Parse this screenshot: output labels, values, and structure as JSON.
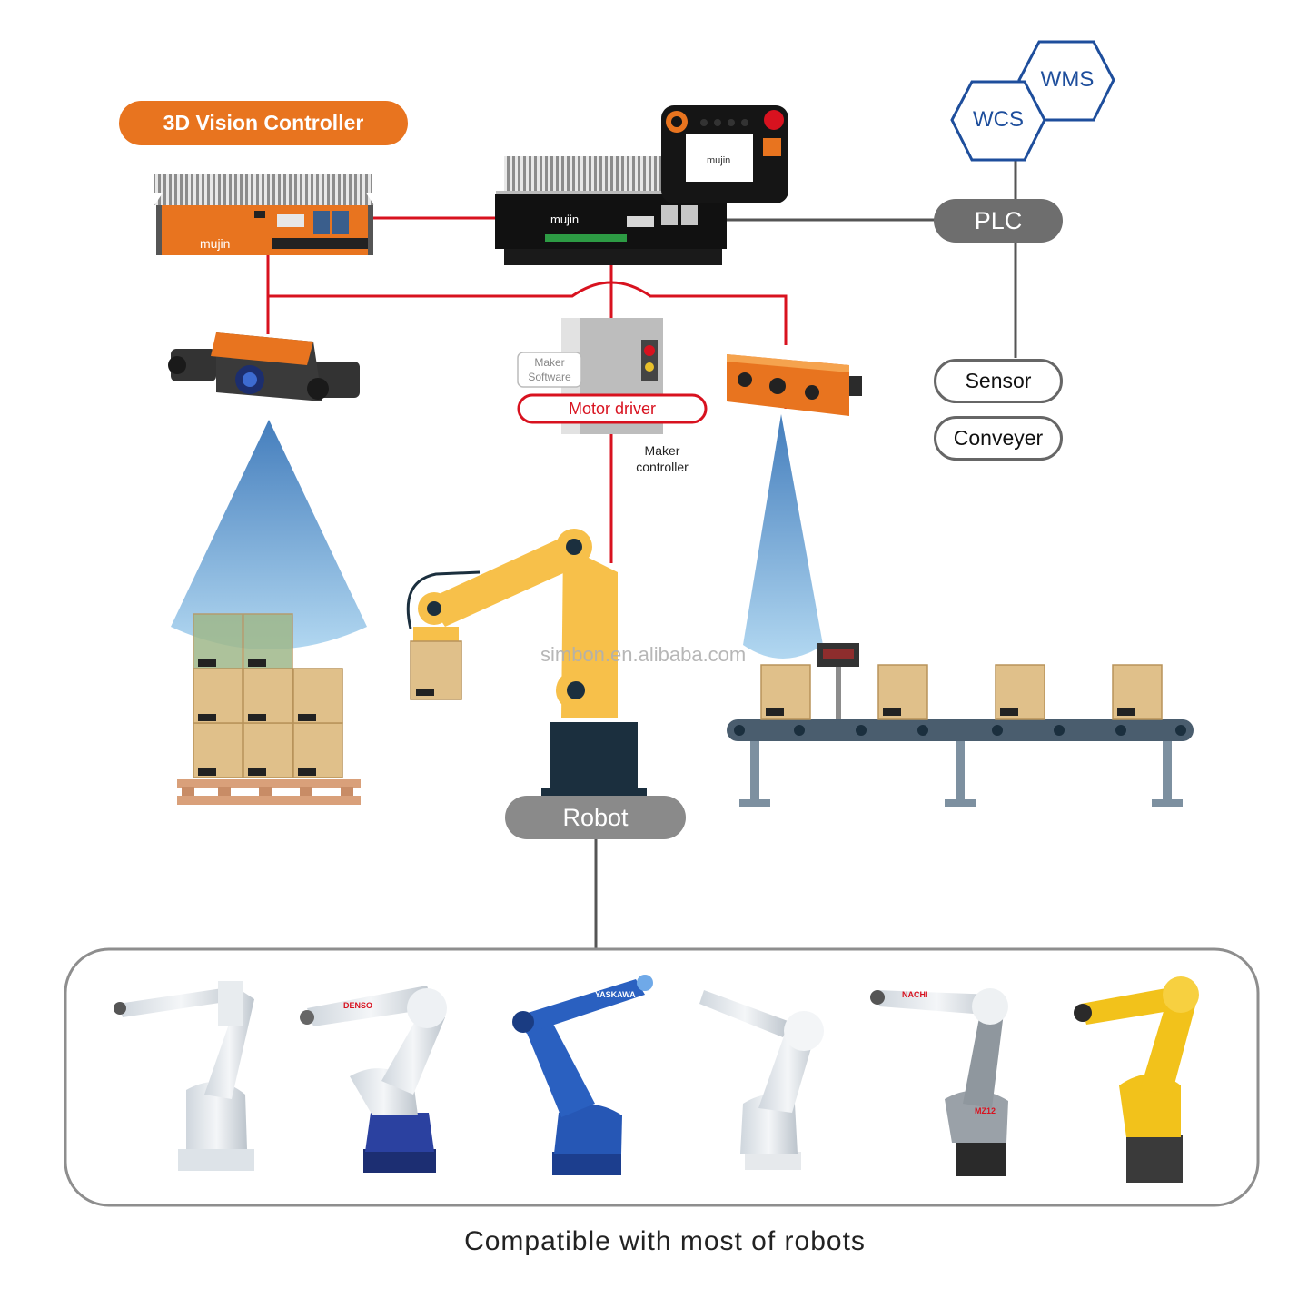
{
  "labels": {
    "vision_controller": "3D Vision Controller",
    "plc": "PLC",
    "wms": "WMS",
    "wcs": "WCS",
    "sensor": "Sensor",
    "conveyer": "Conveyer",
    "motor_driver": "Motor driver",
    "maker_software_1": "Maker",
    "maker_software_2": "Software",
    "maker_controller_1": "Maker",
    "maker_controller_2": "controller",
    "robot": "Robot",
    "watermark": "simbon.en.alibaba.com",
    "device_brand": "mujin",
    "compatible": "Compatible with most of robots"
  },
  "robot_brands": [
    "DENSO",
    "YASKAWA",
    "NACHI",
    "MZ12"
  ],
  "colors": {
    "orange": "#E8741F",
    "red_line": "#D8121F",
    "gray_line": "#555555",
    "gray_pill": "#6E6E6E",
    "robot_pill": "#8A8A8A",
    "blue_hex": "#1E4E9C",
    "box": "#E0C08A",
    "robot_arm": "#F7C04A",
    "conveyor": "#4A5D6E"
  }
}
